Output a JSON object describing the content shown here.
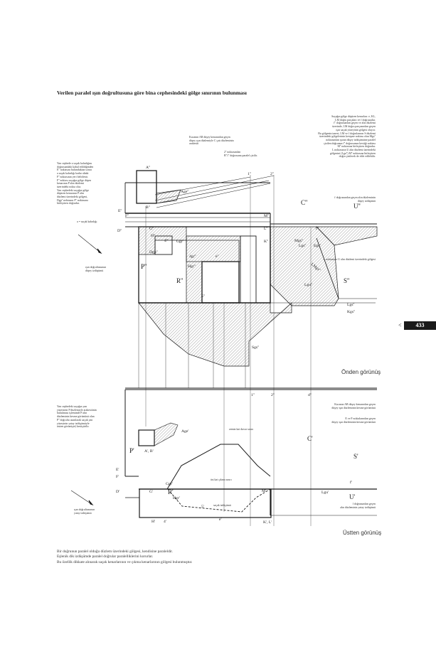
{
  "title": "Verilen paralel ışın doğrultusuna göre bina cephesindeki gölge sınırının bulunması",
  "page_number": "433",
  "page_arrow": "<",
  "views": {
    "front": "Önden görünüş",
    "top": "Üstten görünüş"
  },
  "notes": {
    "saçak_top_right": "Saçağın gölge düşüren kenarları: e, KL,\nLM doğru parçaları ve f doğrusudur.\nf'' doğrusundan geçen ve alın düzlemi\nüzerinde, LM doğru parçasından geçen\nışın saçak yüzeyinin gölgesi oluyor.\nBu gölgenin tanesi, LM ve f doğrularının S düzlemi\nüzerindeki gölgelerinin kesişme noktası olan Mgs''\nnoktasından ışının düşey izdüşümüne paralel\nçizilen doğrunun f'' doğrusunun kestiği noktası\nM'' noktasına birleştiren doğrudur.\nL noktasının U alın düzlemi üzerindeki\ngölgesini (Lgu'') M'' noktasına birleştiren\ndoğru çizilerek de elde edilebilir.",
    "kucanin_ab": "Kucanın AB düşey kenarından geçen\ndüşey ışın düzlemiyle C çatı düzleminin\narakesiti",
    "noktasindan_2": "2'' noktasından\nB''1'' doğrusuna paralel çizilir.",
    "yan_cephe_top": "Yan cephede a saçak kalınlığını\ndoğrusundaki kabul edildiğinden\nE'' noktasını bulunduktan sonra\na saçak kalınlığı kadar altaki\nF'' noktasının yeri belirlenir.\nF'' noktası saçağın gölge düşen\nkenarının P alın düzlemi\nüzerindeki nokta olur.\nYan cephedeki saçağın gölge\ndüşüren kenarının P alın\ndüzlemi üzerindeki gölgesi,\nDgp'' noktasını F'' noktasına\nbirleştiren doğrudur.",
    "a_sacak": "a = saçak kalınlığı",
    "isin_dogrultu_front": "ışın doğrultusunun\ndüşey izdüşümü",
    "f_dogrusu_front": "f doğrusundan geçen alın düzleminin\ndüşey izdüşümü",
    "l_noktasi": "L noktasının U alın düzlemi üzerindeki gölgesi",
    "yan_cephe_bottom": "Yan cephedeki saçağın yan\nyüzeyinin P düzlemiyle arakesitinin\nbulunması işleminde P alın\ndüzleminin kesme görüntüsü olan\nP'' doğrultu uzatılarak saçak yan\nyüzeyinin yatay izdüşümüyle\nüstten görünüşte) kestiştirilir.",
    "kucanin_ab_bottom": "Kucanın AB düşey kenarından geçen\ndüşey ışın düzleminin kesme görüntüsü",
    "e_ve_f": "E ve F noktalarından geçen\ndüşey ışın düzleminin kesme görüntüsü",
    "zemin_kat": "zemin kat duvar sınırı",
    "ust_kat": "üst kat çıkma sınırı",
    "sacak_izdusum": "saçak izdüşümü",
    "f_dogrusu_bottom": "f doğrusundan geçen\nalın düzleminin yatay izdüşümü",
    "isin_dogrultu_bottom": "ışın doğrultusunun\nyatay izdüşümü"
  },
  "captions": [
    "Bir doğrunun paralel olduğu düzlem üzerindeki gölgesi, kendisine paraleldir.",
    "Eşlenik dik izdüşümde paralel doğrular paralelliklerini korurlar.",
    "Bu özellik dikkate alınarak saçak kenarlarının ve çıkma kenarlarının gölgesi bulunmuştur."
  ],
  "labels": {
    "A": "A''",
    "B": "B''",
    "Age": "Age''",
    "n1": "1''",
    "n2": "2''",
    "E": "E''",
    "F": "F''",
    "G": "G''",
    "H": "H''",
    "D": "D''",
    "Dgp": "Dgp''",
    "n4": "4''",
    "Ggr": "Ggr''",
    "Hgr": "Hgr''",
    "n4gr": "4gr''",
    "e": "e''",
    "P": "P''",
    "R": "R''",
    "n5": "5''",
    "Sgs": "Sgs''",
    "M": "M''",
    "L": "L''",
    "K": "K''",
    "C": "C''",
    "U": "U''",
    "f": "f''",
    "Mgs": "Mgs''",
    "Lgs": "Lgs''",
    "Egs": "Egs''",
    "LMgs": "LMgs''",
    "S": "S''",
    "Lgu": "Lgu''",
    "Lgs2": "Lgs''",
    "Kgs": "Kgs''",
    "bt_n1": "1''",
    "bt_n2": "2''",
    "bt_d": "d''",
    "bt_Age": "Age'",
    "bt_P": "P'",
    "bt_AB": "A', B'",
    "bt_C": "C'",
    "bt_S": "S'",
    "bt_E": "E'",
    "bt_F": "F'",
    "bt_D": "D'",
    "bt_G": "G'",
    "bt_Ggr": "Ggr'",
    "bt_R": "R'",
    "bt_Hgr": "Hgr'",
    "bt_n5": "5'",
    "bt_M": "M'",
    "bt_Lgu": "Lgu'",
    "bt_f": "f'",
    "bt_U": "U'",
    "bt_H": "H'",
    "bt_n4": "4'",
    "bt_e": "e'",
    "bt_KL": "K', L'"
  }
}
